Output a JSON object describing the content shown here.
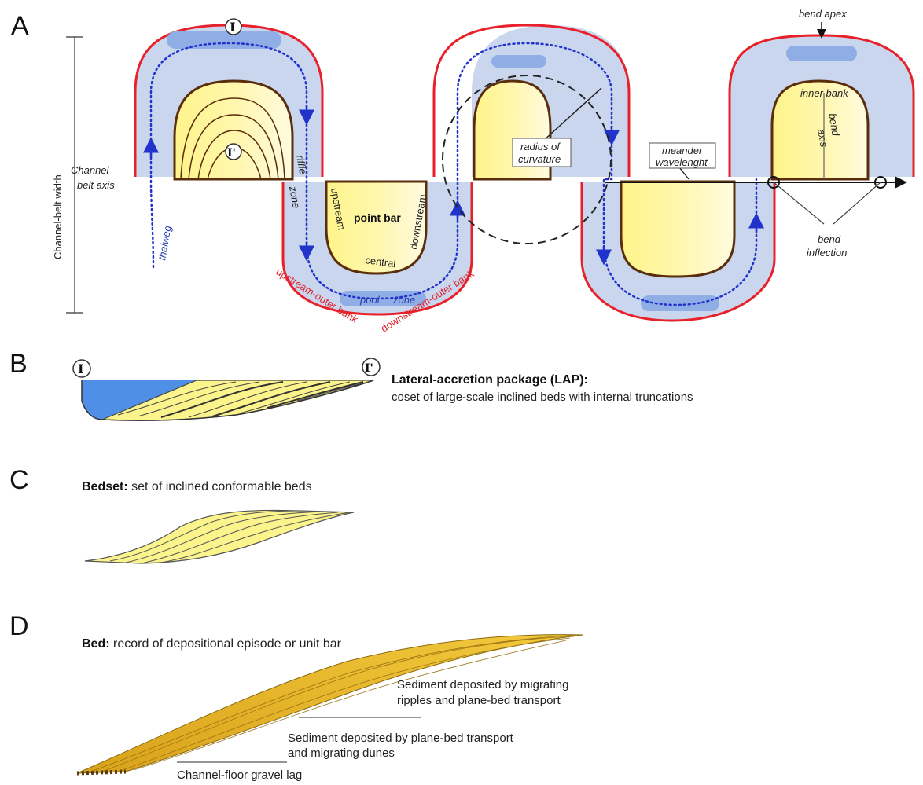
{
  "panels": {
    "a": "A",
    "b": "B",
    "c": "C",
    "d": "D"
  },
  "panel_a": {
    "channel_belt_width": "Channel-belt width",
    "channel_belt_axis_1": "Channel-",
    "channel_belt_axis_2": "belt axis",
    "thalweg": "thalweg",
    "riffle_zone_1": "riffle",
    "riffle_zone_2": "zone",
    "upstream": "upstream",
    "downstream": "downstream",
    "central": "central",
    "point_bar": "point bar",
    "upstream_outer_bank": "upstream-outer bank",
    "downstream_outer_bank": "downstream-outer bank",
    "pool_zone_1": "pool",
    "pool_zone_2": "zone",
    "radius_1": "radius of",
    "radius_2": "curvature",
    "wavelength_1": "meander",
    "wavelength_2": "wavelenght",
    "bend_apex": "bend apex",
    "inner_bank": "inner bank",
    "bend_axis_1": "bend",
    "bend_axis_2": "axis",
    "bend_inflection_1": "bend",
    "bend_inflection_2": "inflection",
    "section_start": "I",
    "section_end": "I'"
  },
  "panel_b": {
    "section_start": "I",
    "section_end": "I'",
    "title": "Lateral-accretion package (LAP):",
    "description": "coset of large-scale inclined beds with internal truncations"
  },
  "panel_c": {
    "title": "Bedset:",
    "description": " set of inclined conformable beds"
  },
  "panel_d": {
    "title": "Bed:",
    "description": " record of depositional episode or unit bar",
    "upper_1": "Sediment deposited by migrating",
    "upper_2": "ripples and plane-bed transport",
    "middle_1": "Sediment deposited by plane-bed transport",
    "middle_2": "and migrating dunes",
    "lower": "Channel-floor gravel lag"
  },
  "colors": {
    "outer_bank": "#e8202a",
    "channel": "#c9d6ee",
    "pool": "#8faee6",
    "thalweg": "#2233cc",
    "point_bar": "#fff27a",
    "bar_outline": "#5a2d0c",
    "lap_water": "#4f8fe6",
    "bed": "#e8b624"
  }
}
